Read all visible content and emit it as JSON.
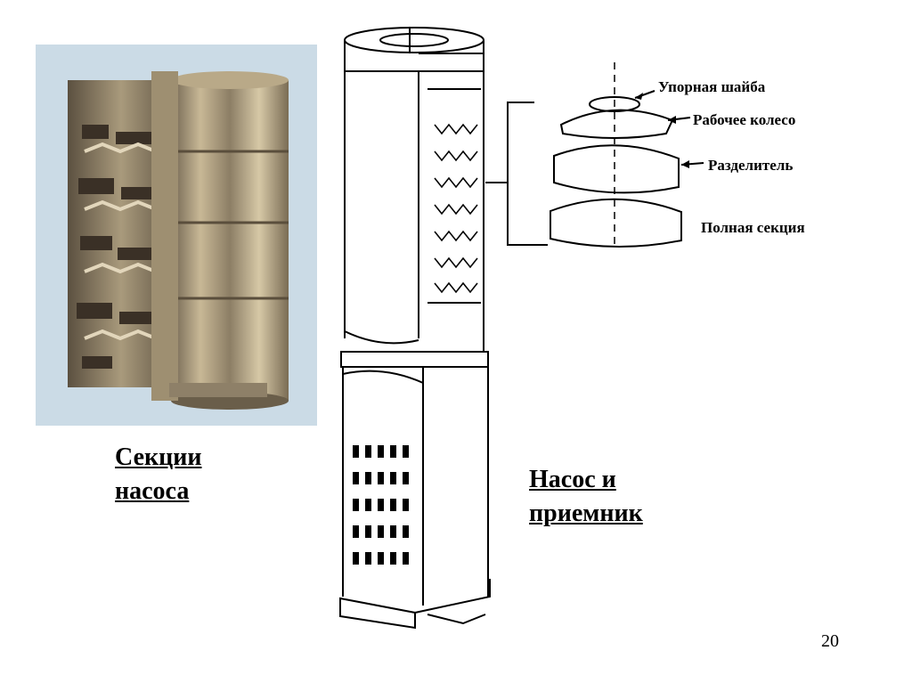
{
  "slide": {
    "left_caption": [
      "Секции",
      "насоса"
    ],
    "right_caption": [
      "Насос и",
      "приемник"
    ],
    "page_number": "20"
  },
  "diagram_labels": {
    "thrust_washer": "Упорная шайба",
    "impeller": "Рабочее колесо",
    "diffuser": "Разделитель",
    "full_section": "Полная секция"
  }
}
